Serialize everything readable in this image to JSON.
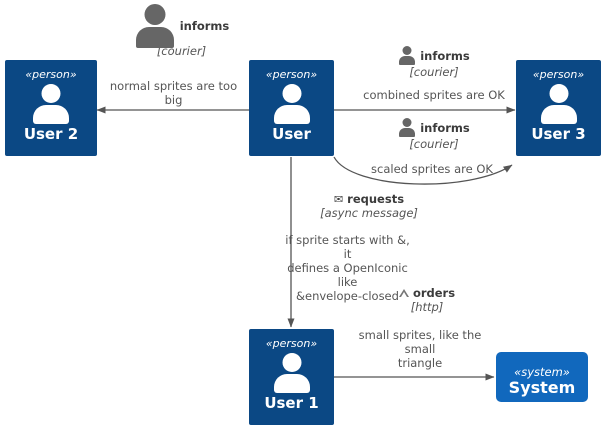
{
  "diagram": {
    "title": "PlantUML C4 sprite demonstration diagram",
    "background": "#ffffff",
    "colors": {
      "person_fill": "#0B4884",
      "system_fill": "#1168BD",
      "edge_line": "#555555",
      "label_text": "#555555",
      "sprite_gray": "#666666"
    }
  },
  "nodes": [
    {
      "id": "user2",
      "stereotype": "«person»",
      "name": "User 2",
      "kind": "person",
      "sprite": "person-sprite-white"
    },
    {
      "id": "user",
      "stereotype": "«person»",
      "name": "User",
      "kind": "person",
      "sprite": "person-sprite-white"
    },
    {
      "id": "user3",
      "stereotype": "«person»",
      "name": "User 3",
      "kind": "person",
      "sprite": "person-sprite-white"
    },
    {
      "id": "user1",
      "stereotype": "«person»",
      "name": "User 1",
      "kind": "person",
      "sprite": "person-sprite-white"
    },
    {
      "id": "system",
      "stereotype": "«system»",
      "name": "System",
      "kind": "system",
      "sprite": null
    }
  ],
  "relationships": [
    {
      "id": "rel-user-user2",
      "from": "user",
      "to": "user2",
      "title": "informs",
      "technology": "[courier]",
      "sprite": "person-sprite-gray-large",
      "message": "normal sprites are too\nbig"
    },
    {
      "id": "rel-user-user3-combined",
      "from": "user",
      "to": "user3",
      "title": "informs",
      "technology": "[courier]",
      "sprite": "person-sprite-gray-small",
      "message": "combined sprites are OK"
    },
    {
      "id": "rel-user-user3-scaled",
      "from": "user",
      "to": "user3",
      "title": "informs",
      "technology": "[courier]",
      "sprite": "person-sprite-gray-small",
      "message": "scaled sprites are OK"
    },
    {
      "id": "rel-user-user1",
      "from": "user",
      "to": "user1",
      "title": "requests",
      "technology": "[async message]",
      "sprite": "envelope-closed-icon",
      "glyph": "✉",
      "message": "if sprite starts with &, it\ndefines a OpenIconic\nlike\n&envelope-closed"
    },
    {
      "id": "rel-user1-system",
      "from": "user1",
      "to": "system",
      "title": "orders",
      "technology": "[http]",
      "sprite": "triangle-icon",
      "message": "small sprites, like the\nsmall\ntriangle"
    }
  ]
}
